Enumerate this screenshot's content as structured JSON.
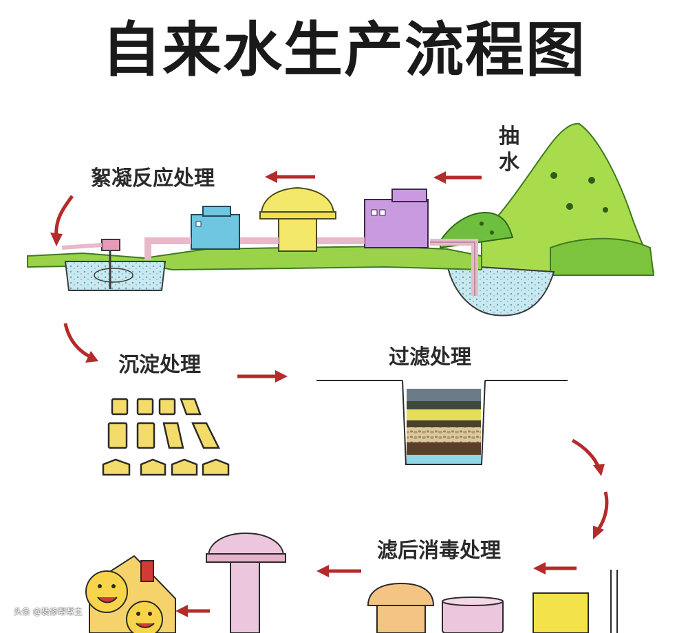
{
  "title": "自来水生产流程图",
  "steps": {
    "pump": "抽水",
    "coagulation": "絮凝反应处理",
    "sedimentation": "沉淀处理",
    "filtration": "过滤处理",
    "disinfection": "滤后消毒处理"
  },
  "watermark": "头条 @装修帮帮主",
  "colors": {
    "arrow": "#b52a2a",
    "water": "#bfe3ec",
    "grass": "#8bc34a",
    "mountain": "#a6d94a",
    "tank_yellow": "#f3e86a",
    "building_purple": "#c99ae0",
    "building_cyan": "#6ec6e0",
    "tower_pink": "#ecc6dc",
    "tower_orange": "#f4c484"
  }
}
